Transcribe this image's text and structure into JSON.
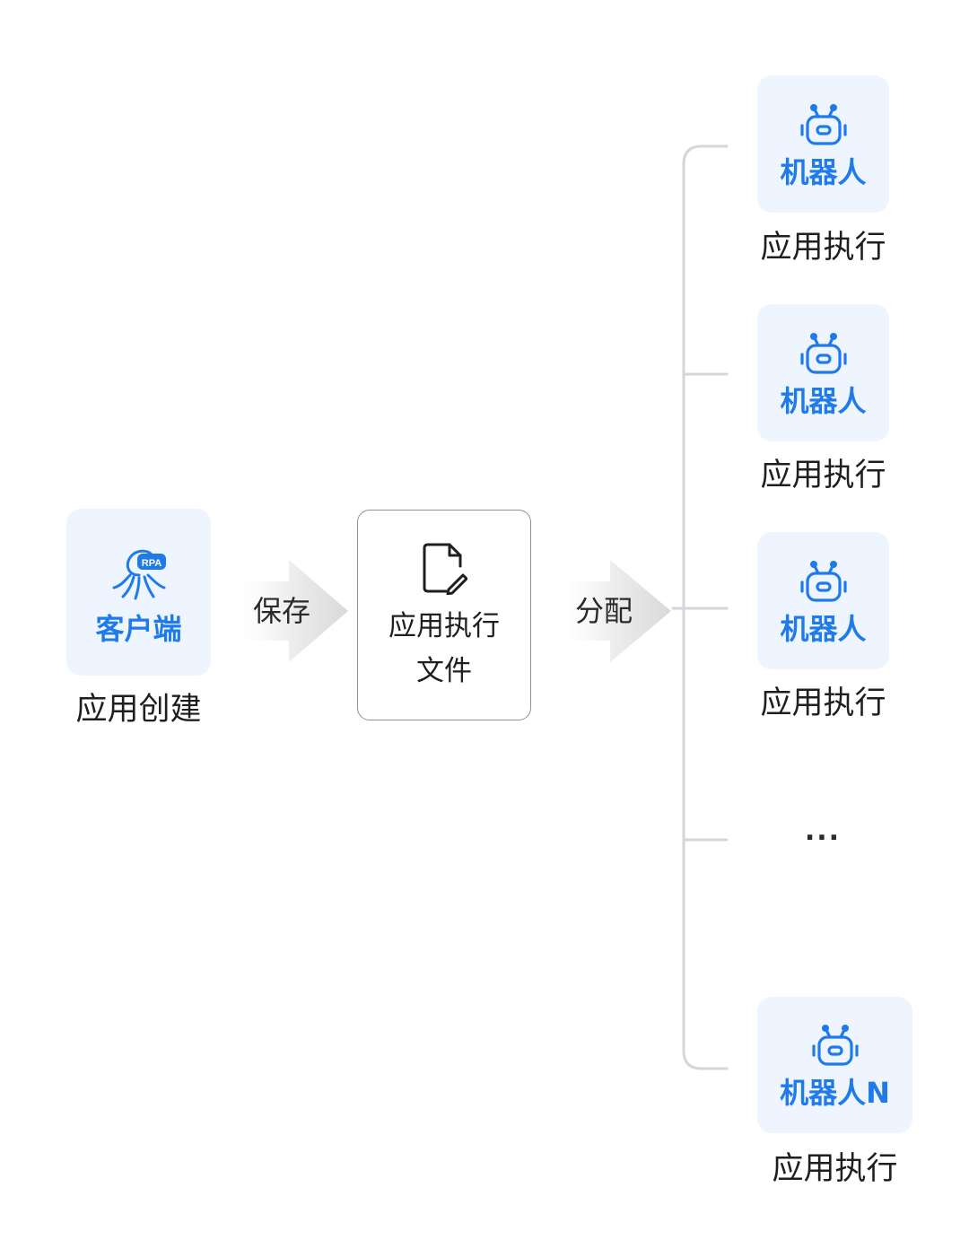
{
  "client": {
    "icon": "octopus-rpa-icon",
    "badge": "RPA",
    "label": "客户端",
    "caption": "应用创建"
  },
  "save_arrow": {
    "label": "保存"
  },
  "file": {
    "icon": "file-edit-icon",
    "line1": "应用执行",
    "line2": "文件"
  },
  "distribute_arrow": {
    "label": "分配"
  },
  "robots": [
    {
      "icon": "robot-icon",
      "label": "机器人",
      "caption": "应用执行"
    },
    {
      "icon": "robot-icon",
      "label": "机器人",
      "caption": "应用执行"
    },
    {
      "icon": "robot-icon",
      "label": "机器人",
      "caption": "应用执行"
    },
    {
      "icon": "robot-icon",
      "label": "机器人N",
      "caption": "应用执行"
    }
  ],
  "ellipsis": "...",
  "colors": {
    "accent": "#1f7aea",
    "card_bg": "#eef5ff",
    "connector": "#d3d6da",
    "text": "#1f1f1f"
  }
}
